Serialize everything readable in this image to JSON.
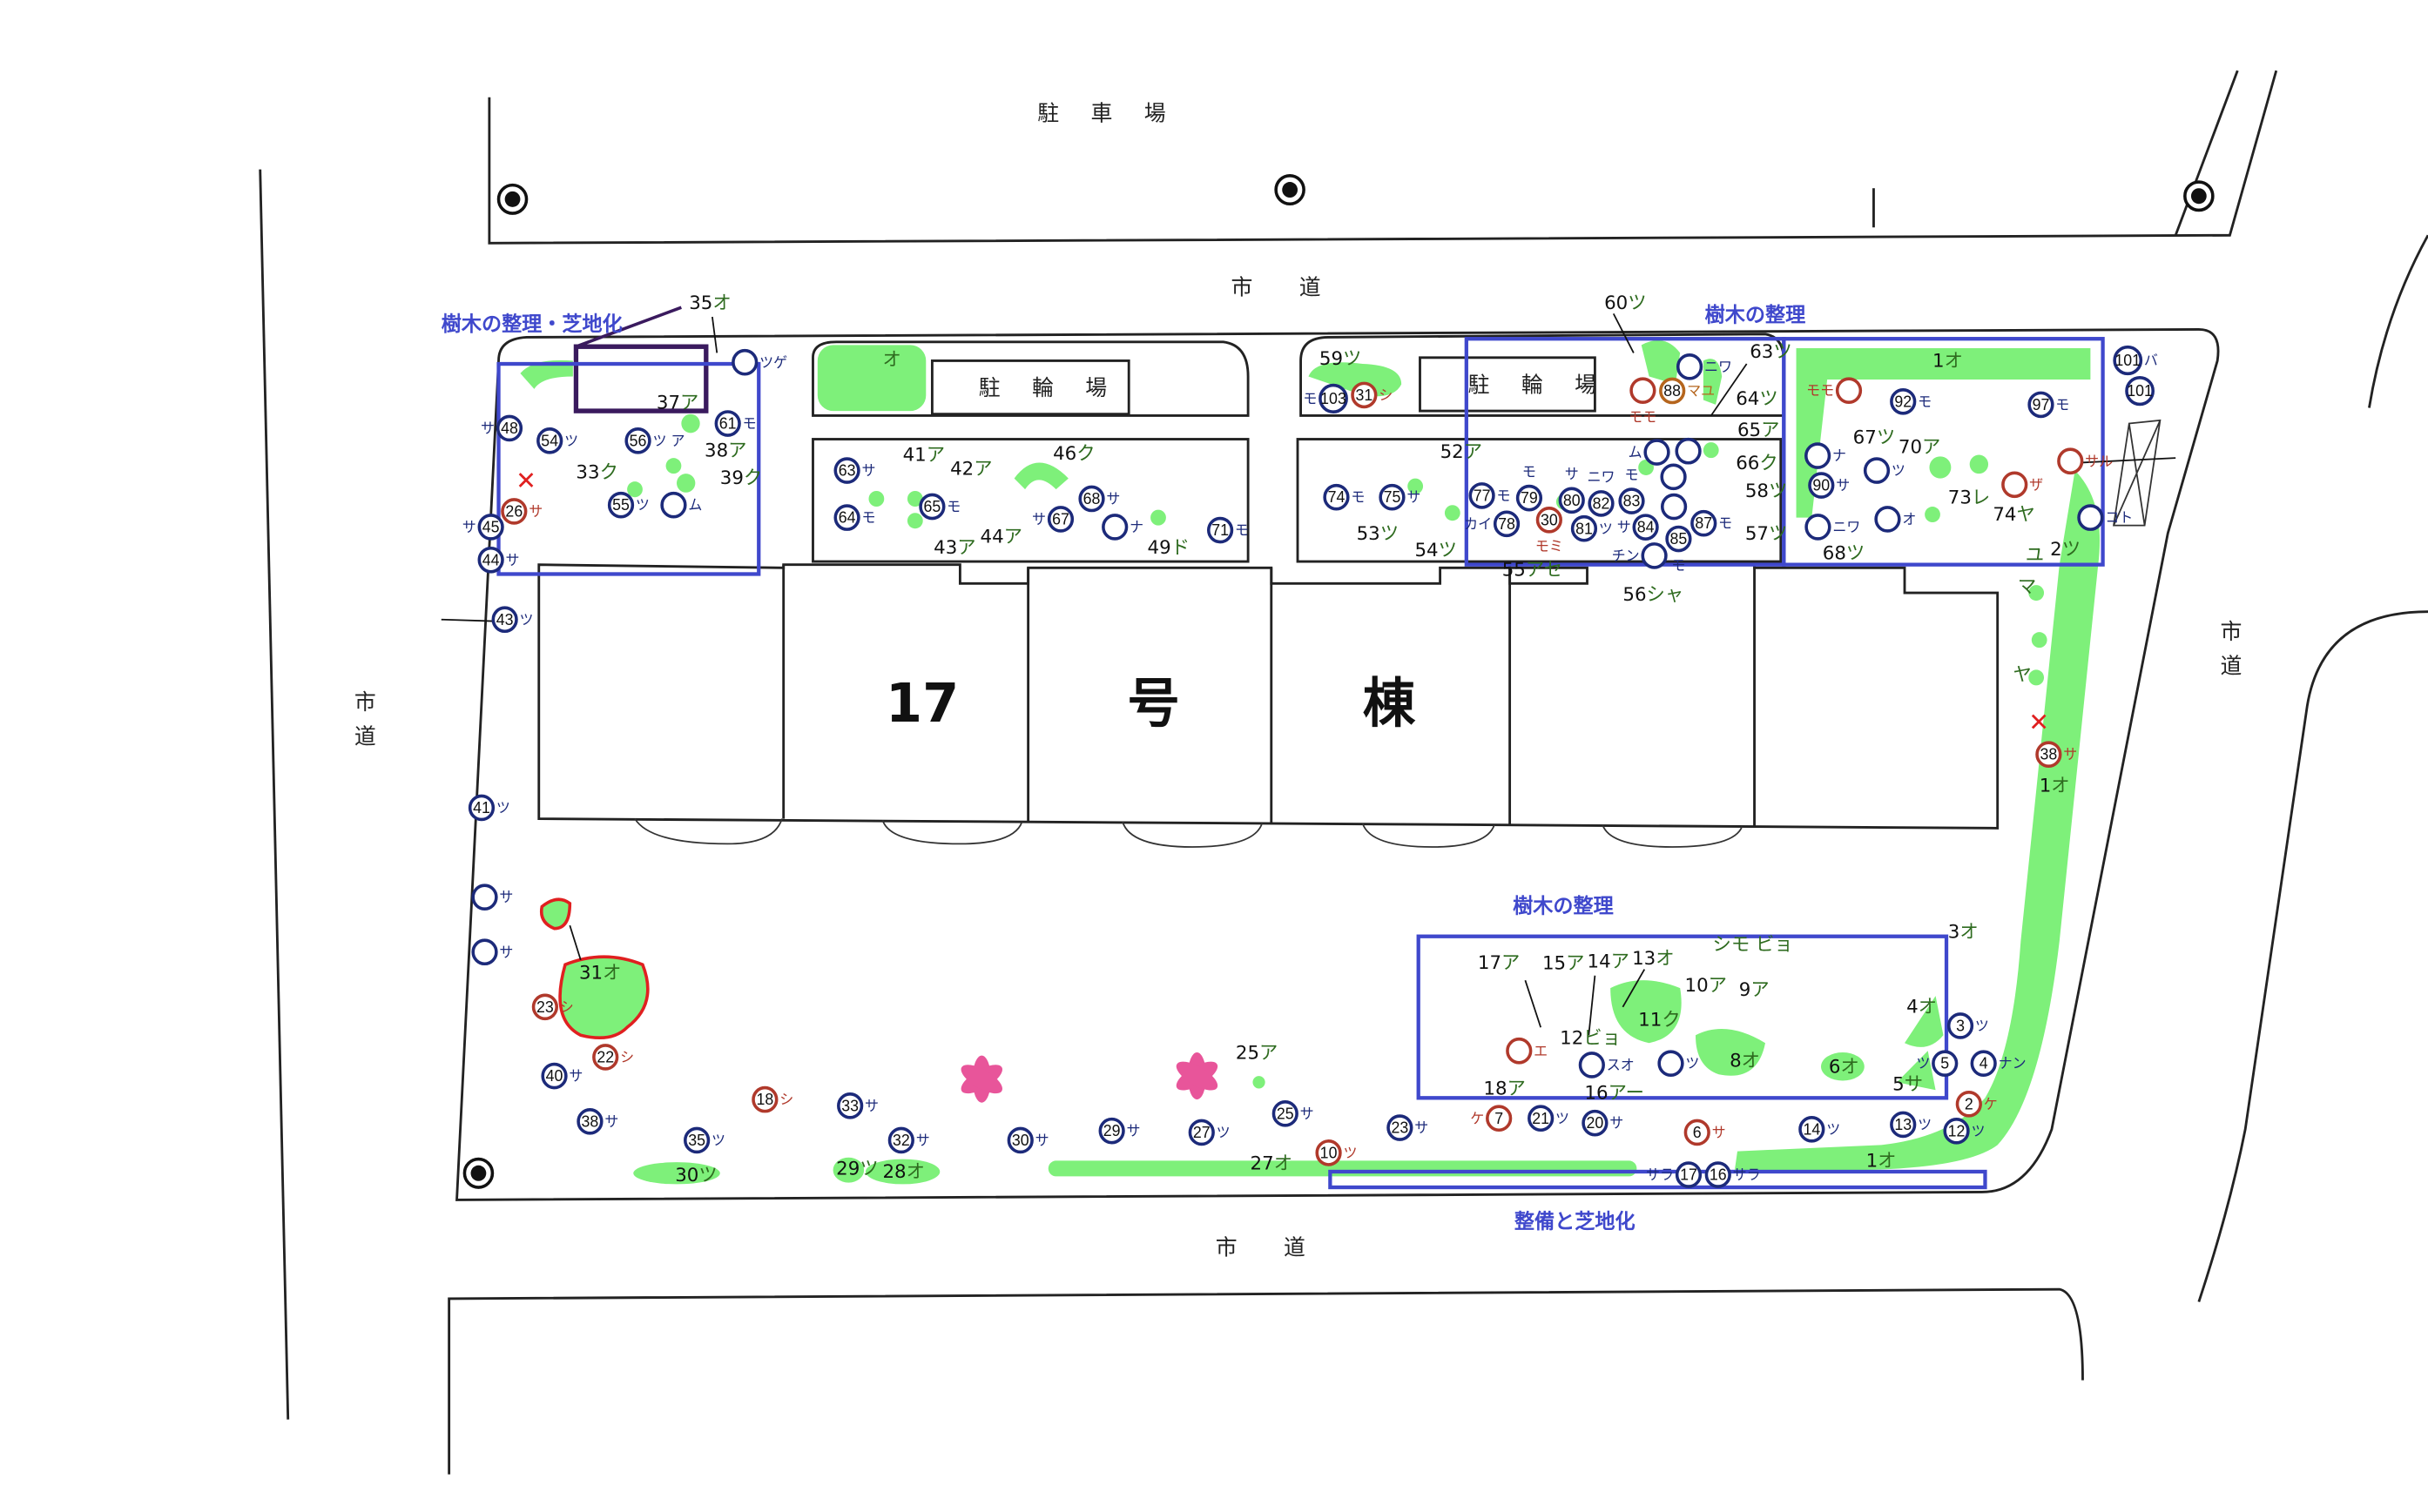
{
  "map": {
    "parking_label": "駐 車 場",
    "road_top": "市　道",
    "road_bottom": "市　道",
    "road_left": "市道",
    "road_right": "市道",
    "bike_parking_1": "駐 輪 場",
    "bike_parking_2": "駐 輪 場",
    "building": {
      "num": "17",
      "go": "号",
      "to": "棟"
    },
    "bike_lawn_label": "オ"
  },
  "zones": [
    {
      "label": "樹木の整理・芝地化"
    },
    {
      "label": "樹木の整理"
    },
    {
      "label": "樹木の整理"
    },
    {
      "label": "整備と芝地化"
    }
  ],
  "colors": {
    "existing": "#1c2a7a",
    "remove": "#b0392b",
    "lawn": "#7ef07a",
    "zone": "#3f48cc",
    "cherry": "#e8559a"
  },
  "markers": [
    {
      "num": "48",
      "sp": "サ",
      "c": "blue"
    },
    {
      "num": "54",
      "sp": "ツ",
      "c": "blue"
    },
    {
      "num": "56",
      "sp": "ツ ア",
      "c": "blue"
    },
    {
      "num": "61",
      "sp": "モ",
      "c": "blue"
    },
    {
      "num": "26",
      "sp": "サ",
      "c": "red"
    },
    {
      "num": "55",
      "sp": "ツ",
      "c": "blue"
    },
    {
      "num": "",
      "sp": "ム",
      "c": "blue"
    },
    {
      "num": "",
      "sp": "ツゲ",
      "c": "blue"
    },
    {
      "num": "45",
      "sp": "サ",
      "c": "blue"
    },
    {
      "num": "44",
      "sp": "サ",
      "c": "blue"
    },
    {
      "num": "43",
      "sp": "ツ",
      "c": "blue"
    },
    {
      "num": "41",
      "sp": "ツ",
      "c": "blue"
    },
    {
      "num": "",
      "sp": "サ",
      "c": "blue"
    },
    {
      "num": "",
      "sp": "サ",
      "c": "blue"
    },
    {
      "num": "23",
      "sp": "シ",
      "c": "red"
    },
    {
      "num": "22",
      "sp": "シ",
      "c": "red"
    },
    {
      "num": "40",
      "sp": "サ",
      "c": "blue"
    },
    {
      "num": "38",
      "sp": "サ",
      "c": "blue"
    },
    {
      "num": "18",
      "sp": "シ",
      "c": "red"
    },
    {
      "num": "35",
      "sp": "ツ",
      "c": "blue"
    },
    {
      "num": "33",
      "sp": "サ",
      "c": "blue"
    },
    {
      "num": "32",
      "sp": "サ",
      "c": "blue"
    },
    {
      "num": "30",
      "sp": "サ",
      "c": "blue"
    },
    {
      "num": "29",
      "sp": "サ",
      "c": "blue"
    },
    {
      "num": "27",
      "sp": "ツ",
      "c": "blue"
    },
    {
      "num": "25",
      "sp": "サ",
      "c": "blue"
    },
    {
      "num": "10",
      "sp": "ツ",
      "c": "red"
    },
    {
      "num": "23",
      "sp": "サ",
      "c": "blue"
    },
    {
      "num": "7",
      "sp": "ケ",
      "c": "red"
    },
    {
      "num": "21",
      "sp": "ツ",
      "c": "blue"
    },
    {
      "num": "20",
      "sp": "サ",
      "c": "blue"
    },
    {
      "num": "6",
      "sp": "サ",
      "c": "red"
    },
    {
      "num": "14",
      "sp": "ツ",
      "c": "blue"
    },
    {
      "num": "13",
      "sp": "ツ",
      "c": "blue"
    },
    {
      "num": "12",
      "sp": "ツ",
      "c": "blue"
    },
    {
      "num": "2",
      "sp": "ケ",
      "c": "red"
    },
    {
      "num": "17",
      "sp": "サラ",
      "c": "blue"
    },
    {
      "num": "16",
      "sp": "サラ",
      "c": "blue"
    },
    {
      "num": "5",
      "sp": "ツ",
      "c": "blue"
    },
    {
      "num": "4",
      "sp": "ナン",
      "c": "blue"
    },
    {
      "num": "3",
      "sp": "ツ",
      "c": "blue"
    },
    {
      "num": "",
      "sp": "エ",
      "c": "red"
    },
    {
      "num": "",
      "sp": "スオ",
      "c": "blue"
    },
    {
      "num": "",
      "sp": "ツ",
      "c": "blue"
    },
    {
      "num": "63",
      "sp": "サ",
      "c": "blue"
    },
    {
      "num": "64",
      "sp": "モ",
      "c": "blue"
    },
    {
      "num": "65",
      "sp": "モ",
      "c": "blue"
    },
    {
      "num": "67",
      "sp": "サ",
      "c": "blue"
    },
    {
      "num": "68",
      "sp": "サ",
      "c": "blue"
    },
    {
      "num": "",
      "sp": "ナ",
      "c": "blue"
    },
    {
      "num": "71",
      "sp": "モ",
      "c": "blue"
    },
    {
      "num": "74",
      "sp": "モ",
      "c": "blue"
    },
    {
      "num": "75",
      "sp": "サ",
      "c": "blue"
    },
    {
      "num": "77",
      "sp": "モ",
      "c": "blue"
    },
    {
      "num": "79",
      "sp": "モ",
      "c": "blue"
    },
    {
      "num": "80",
      "sp": "サ",
      "c": "blue"
    },
    {
      "num": "82",
      "sp": "ニワ",
      "c": "blue"
    },
    {
      "num": "83",
      "sp": "モ",
      "c": "blue"
    },
    {
      "num": "78",
      "sp": "カイ",
      "c": "blue"
    },
    {
      "num": "30",
      "sp": "モミ",
      "c": "red"
    },
    {
      "num": "81",
      "sp": "ツ",
      "c": "blue"
    },
    {
      "num": "84",
      "sp": "サ",
      "c": "blue"
    },
    {
      "num": "85",
      "sp": "モ",
      "c": "blue"
    },
    {
      "num": "87",
      "sp": "モ",
      "c": "blue"
    },
    {
      "num": "",
      "sp": "ム",
      "c": "blue"
    },
    {
      "num": "",
      "sp": "",
      "c": "blue"
    },
    {
      "num": "",
      "sp": "",
      "c": "blue"
    },
    {
      "num": "",
      "sp": "",
      "c": "blue"
    },
    {
      "num": "",
      "sp": "チン",
      "c": "blue"
    },
    {
      "num": "103",
      "sp": "モ",
      "c": "blue"
    },
    {
      "num": "31",
      "sp": "シ",
      "c": "red"
    },
    {
      "num": "88",
      "sp": "マユ",
      "c": "orange"
    },
    {
      "num": "",
      "sp": "モモ",
      "c": "red"
    },
    {
      "num": "",
      "sp": "ニワ",
      "c": "blue"
    },
    {
      "num": "",
      "sp": "モモ",
      "c": "red"
    },
    {
      "num": "92",
      "sp": "モ",
      "c": "blue"
    },
    {
      "num": "97",
      "sp": "モ",
      "c": "blue"
    },
    {
      "num": "101",
      "sp": "バ",
      "c": "blue"
    },
    {
      "num": "101",
      "sp": "",
      "c": "blue"
    },
    {
      "num": "",
      "sp": "ナ",
      "c": "blue"
    },
    {
      "num": "90",
      "sp": "サ",
      "c": "blue"
    },
    {
      "num": "",
      "sp": "ツ",
      "c": "blue"
    },
    {
      "num": "",
      "sp": "ニワ",
      "c": "blue"
    },
    {
      "num": "",
      "sp": "オ",
      "c": "blue"
    },
    {
      "num": "",
      "sp": "ザ",
      "c": "red"
    },
    {
      "num": "",
      "sp": "サル",
      "c": "red"
    },
    {
      "num": "",
      "sp": "コト",
      "c": "blue"
    },
    {
      "num": "38",
      "sp": "サ",
      "c": "red"
    }
  ],
  "labels": [
    {
      "num": "35",
      "sp": "オ"
    },
    {
      "num": "37",
      "sp": "ア"
    },
    {
      "num": "38",
      "sp": "ア"
    },
    {
      "num": "33",
      "sp": "ク"
    },
    {
      "num": "39",
      "sp": "ク"
    },
    {
      "num": "41",
      "sp": "ア"
    },
    {
      "num": "42",
      "sp": "ア"
    },
    {
      "num": "46",
      "sp": "ク"
    },
    {
      "num": "43",
      "sp": "ア"
    },
    {
      "num": "44",
      "sp": "ア"
    },
    {
      "num": "49",
      "sp": "ド"
    },
    {
      "num": "52",
      "sp": "ア"
    },
    {
      "num": "53",
      "sp": "ツ"
    },
    {
      "num": "54",
      "sp": "ツ"
    },
    {
      "num": "55",
      "sp": "アセ"
    },
    {
      "num": "56",
      "sp": "シャ"
    },
    {
      "num": "57",
      "sp": "ツ"
    },
    {
      "num": "58",
      "sp": "ツ"
    },
    {
      "num": "60",
      "sp": "ツ"
    },
    {
      "num": "63",
      "sp": "ツ"
    },
    {
      "num": "64",
      "sp": "ツ"
    },
    {
      "num": "65",
      "sp": "ア"
    },
    {
      "num": "66",
      "sp": "ク"
    },
    {
      "num": "67",
      "sp": "ツ"
    },
    {
      "num": "68",
      "sp": "ツ"
    },
    {
      "num": "70",
      "sp": "ア"
    },
    {
      "num": "73",
      "sp": "レ"
    },
    {
      "num": "74",
      "sp": "ヤ"
    },
    {
      "num": "1",
      "sp": "オ"
    },
    {
      "num": "59",
      "sp": "ツ"
    },
    {
      "num": "2",
      "sp": "ツ"
    },
    {
      "num": "1",
      "sp": "オ"
    },
    {
      "num": "3",
      "sp": "オ"
    },
    {
      "num": "4",
      "sp": "オ"
    },
    {
      "num": "5",
      "sp": "サ"
    },
    {
      "num": "6",
      "sp": "オ"
    },
    {
      "num": "8",
      "sp": "オ"
    },
    {
      "num": "11",
      "sp": "ク"
    },
    {
      "num": "9",
      "sp": "ア"
    },
    {
      "num": "10",
      "sp": "ア"
    },
    {
      "num": "13",
      "sp": "オ"
    },
    {
      "num": "14",
      "sp": "ア"
    },
    {
      "num": "15",
      "sp": "ア"
    },
    {
      "num": "17",
      "sp": "ア"
    },
    {
      "num": "18",
      "sp": "ア"
    },
    {
      "num": "16",
      "sp": "アー"
    },
    {
      "num": "12",
      "sp": "ビョ"
    },
    {
      "num": "25",
      "sp": "ア"
    },
    {
      "num": "27",
      "sp": "オ"
    },
    {
      "num": "28",
      "sp": "オ"
    },
    {
      "num": "29",
      "sp": "ツ"
    },
    {
      "num": "30",
      "sp": "ツ"
    },
    {
      "num": "31",
      "sp": "オ"
    },
    {
      "num": "1",
      "sp": "オ"
    },
    {
      "num": "",
      "sp": "シモ ビョ"
    },
    {
      "num": "",
      "sp": "ユ"
    },
    {
      "num": "",
      "sp": "マ"
    },
    {
      "num": "",
      "sp": "ヤ"
    }
  ]
}
